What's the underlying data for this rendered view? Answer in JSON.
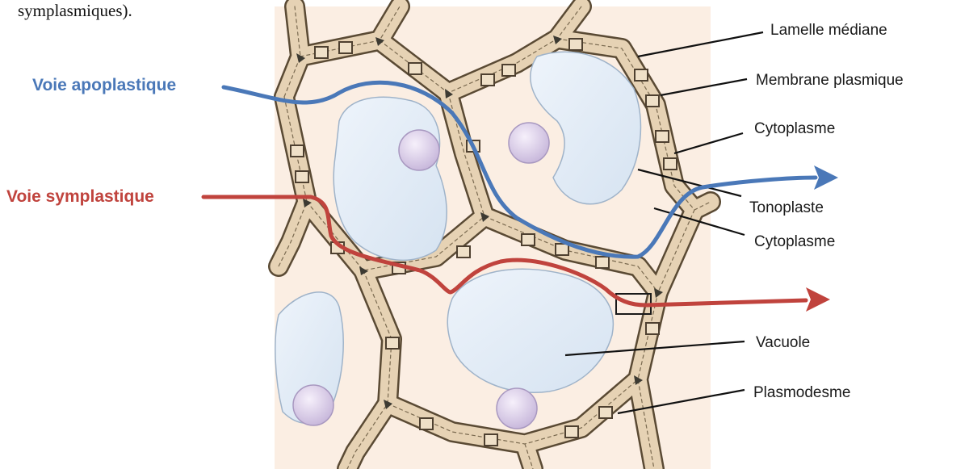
{
  "top_fragment": "symplasmiques).",
  "pathways": {
    "apoplastic": {
      "label": "Voie apoplastique",
      "color": "#4a78b8"
    },
    "symplastic": {
      "label": "Voie symplastique",
      "color": "#c0433d"
    }
  },
  "labels": {
    "lamelle_mediane": "Lamelle médiane",
    "membrane_plasmique": "Membrane plasmique",
    "cytoplasme_1": "Cytoplasme",
    "tonoplaste": "Tonoplaste",
    "cytoplasme_2": "Cytoplasme",
    "vacuole": "Vacuole",
    "plasmodesme": "Plasmodesme"
  },
  "colors": {
    "tissue_bg": "#fbeee3",
    "wall_fill": "#e6d2b4",
    "wall_stroke": "#5a4a34",
    "vacuole_fill": "#e3edf7",
    "nucleus_fill": "#ddd2ea"
  }
}
